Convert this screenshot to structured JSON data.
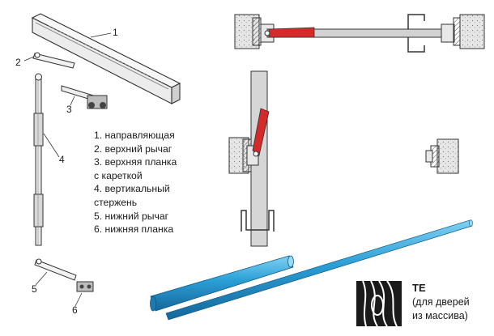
{
  "callouts": [
    "1",
    "2",
    "3",
    "4",
    "5",
    "6"
  ],
  "legend": [
    "1. направляющая",
    "2. верхний рычаг",
    "3. верхняя планка",
    "с кареткой",
    "4. вертикальный",
    "стержень",
    "5. нижний рычаг",
    "6. нижняя планка"
  ],
  "te": {
    "title": "TE",
    "line1": "(для дверей",
    "line2": "из массива)"
  },
  "colors": {
    "lever": "#d42a2a",
    "rod": "#2a9fd6",
    "wall": "#cfcfcf",
    "frame": "#8a8a8a"
  }
}
